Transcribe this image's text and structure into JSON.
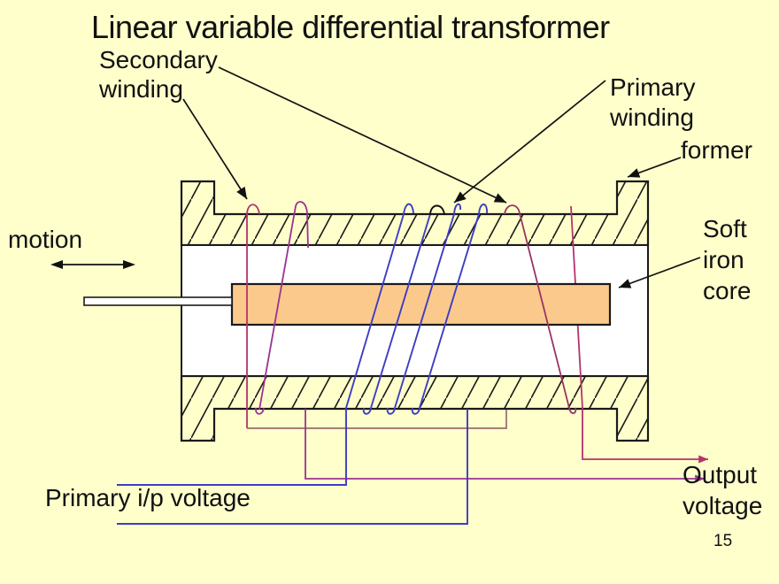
{
  "slide": {
    "title": "Linear variable differential transformer",
    "page_number": "15",
    "background_color": "#FFFFCC"
  },
  "labels": {
    "secondary_winding": "Secondary\nwinding",
    "primary_winding": "Primary\nwinding",
    "former": "former",
    "soft_iron_core": "Soft\niron\ncore",
    "motion": "motion",
    "primary_input_voltage": "Primary i/p voltage",
    "output_voltage": "Output\nvoltage"
  },
  "colors": {
    "background": "#FFFFCC",
    "core_fill": "#FBC98B",
    "outline": "#1A1A1A",
    "primary_winding_blue": "#3D3DC4",
    "primary_lead_blue": "#4A4AB8",
    "secondary_winding_maroon": "#993366",
    "secondary_lead_crimson": "#B3336B",
    "secondary_lead_purple": "#993393",
    "series_link_brown": "#9A6B6B"
  }
}
